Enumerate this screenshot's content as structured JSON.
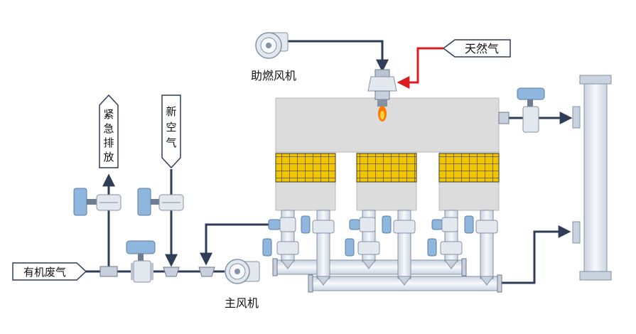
{
  "labels": {
    "organic_waste_gas": "有机废气",
    "emergency_exhaust": "紧急排放",
    "fresh_air": "新空气",
    "main_fan": "主风机",
    "combustion_fan": "助燃风机",
    "natural_gas": "天然气"
  },
  "colors": {
    "pipe_dark": "#2f3d57",
    "gas_line": "#d81e1e",
    "chamber_fill": "#dcdcdc",
    "pipe_fill": "#eef2f7",
    "valve_blue": "#8fb6dd",
    "honeycomb": "#f1c500",
    "flame": "#ff7a00"
  }
}
